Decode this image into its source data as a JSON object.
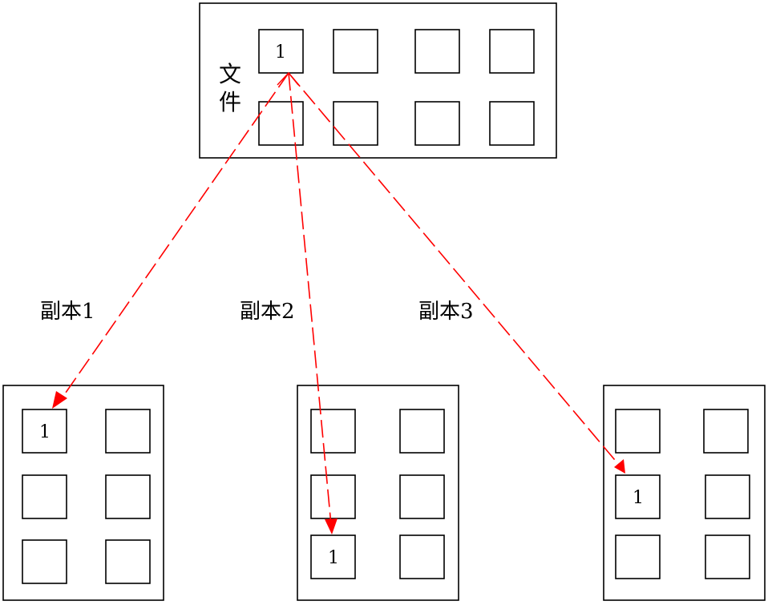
{
  "file": {
    "label_line1": "文",
    "label_line2": "件",
    "block1": "1"
  },
  "replicas": [
    {
      "label": "副本1",
      "block": "1"
    },
    {
      "label": "副本2",
      "block": "1"
    },
    {
      "label": "副本3",
      "block": "1"
    }
  ],
  "colors": {
    "arrow": "#ff0000",
    "stroke": "#000000"
  }
}
